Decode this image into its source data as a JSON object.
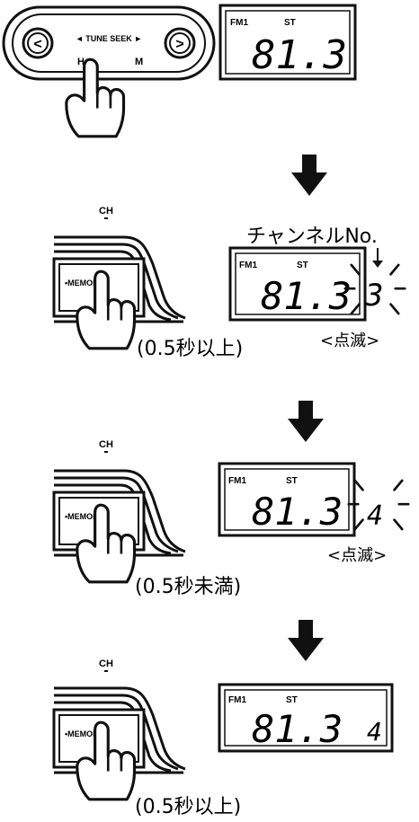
{
  "tuner": {
    "left_arrow": "<",
    "right_arrow": ">",
    "label": "◄ TUNE SEEK ►",
    "low": "H",
    "high": "M"
  },
  "lcd": {
    "band": "FM1",
    "stereo": "ST",
    "frequency": "81.3"
  },
  "button": {
    "ch_label": "CH",
    "memory_label": "•MEMORY"
  },
  "steps": [
    {
      "channel": "",
      "blink_label": "",
      "duration": ""
    },
    {
      "channel": "3",
      "blink_label": "<点滅>",
      "duration": "(0.5秒以上)",
      "channel_caption": "チャンネルNo."
    },
    {
      "channel": "4",
      "blink_label": "<点滅>",
      "duration": "(0.5秒未満)"
    },
    {
      "channel": "4",
      "blink_label": "",
      "duration": "(0.5秒以上)"
    }
  ]
}
